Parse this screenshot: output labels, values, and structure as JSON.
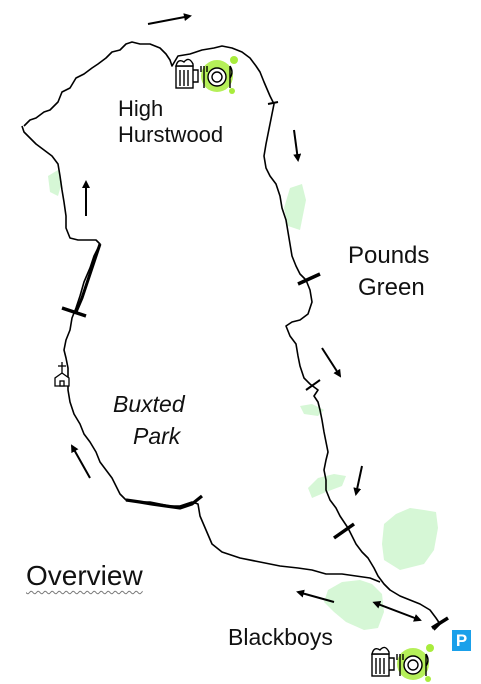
{
  "map": {
    "title": "Overview",
    "places": {
      "high_hurstwood_line1": "High",
      "high_hurstwood_line2": "Hurstwood",
      "pounds_green_line1": "Pounds",
      "pounds_green_line2": "Green",
      "buxted_park_line1": "Buxted",
      "buxted_park_line2": "Park",
      "blackboys": "Blackboys"
    },
    "parking_symbol": "P",
    "icons": [
      "pub-icon",
      "restaurant-icon",
      "church-icon",
      "parking-icon",
      "direction-arrow-icon"
    ],
    "colors": {
      "route": "#000000",
      "woodland": "#d6f7d6",
      "parking": "#1aa0ea",
      "pub_highlight": "#a8ec3c"
    }
  }
}
